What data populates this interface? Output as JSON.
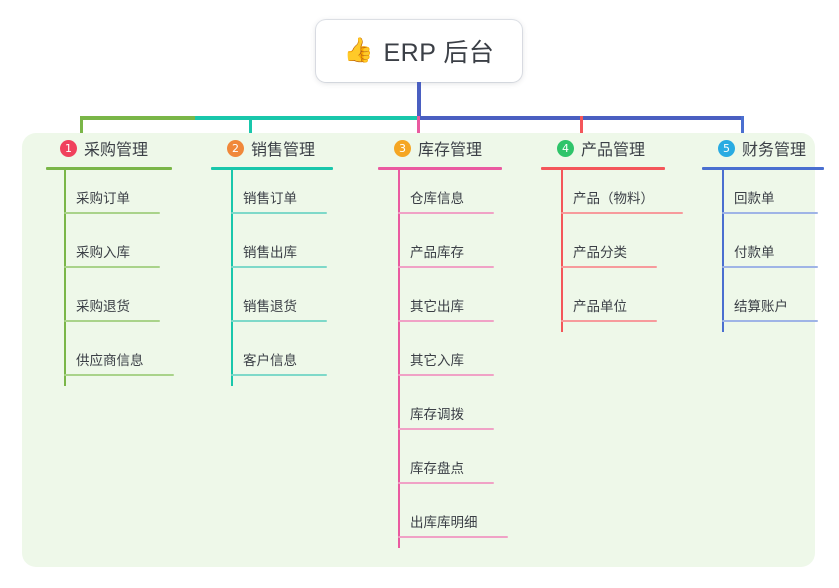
{
  "root": {
    "icon": "thumbs-up-icon",
    "icon_glyph": "👍",
    "title": "ERP 后台"
  },
  "colors": {
    "panel_bg": "#eef8e9",
    "text": "#3b3f46",
    "connector_green": "#7ab648",
    "connector_teal": "#19c7ab",
    "connector_blue": "#4a5fc1",
    "connector_pink": "#ea5aa0",
    "connector_red": "#f4565a"
  },
  "columns": [
    {
      "index": "1",
      "title": "采购管理",
      "badge_color": "#f0415c",
      "line_color": "#7ab648",
      "rule_color": "#a9d38a",
      "items": [
        {
          "label": "采购订单"
        },
        {
          "label": "采购入库"
        },
        {
          "label": "采购退货"
        },
        {
          "label": "供应商信息"
        }
      ]
    },
    {
      "index": "2",
      "title": "销售管理",
      "badge_color": "#f0883a",
      "line_color": "#19c7ab",
      "rule_color": "#7ed9c9",
      "items": [
        {
          "label": "销售订单"
        },
        {
          "label": "销售出库"
        },
        {
          "label": "销售退货"
        },
        {
          "label": "客户信息"
        }
      ]
    },
    {
      "index": "3",
      "title": "库存管理",
      "badge_color": "#f5a623",
      "line_color": "#ea5aa0",
      "rule_color": "#f0a2c6",
      "items": [
        {
          "label": "仓库信息"
        },
        {
          "label": "产品库存"
        },
        {
          "label": "其它出库"
        },
        {
          "label": "其它入库"
        },
        {
          "label": "库存调拨"
        },
        {
          "label": "库存盘点"
        },
        {
          "label": "出库库明细"
        }
      ]
    },
    {
      "index": "4",
      "title": "产品管理",
      "badge_color": "#2fc46a",
      "line_color": "#f4565a",
      "rule_color": "#f79a9c",
      "items": [
        {
          "label": "产品（物料）"
        },
        {
          "label": "产品分类"
        },
        {
          "label": "产品单位"
        }
      ]
    },
    {
      "index": "5",
      "title": "财务管理",
      "badge_color": "#29abe2",
      "line_color": "#4a6fd0",
      "rule_color": "#9fb4e6",
      "items": [
        {
          "label": "回款单"
        },
        {
          "label": "付款单"
        },
        {
          "label": "结算账户"
        }
      ]
    }
  ]
}
